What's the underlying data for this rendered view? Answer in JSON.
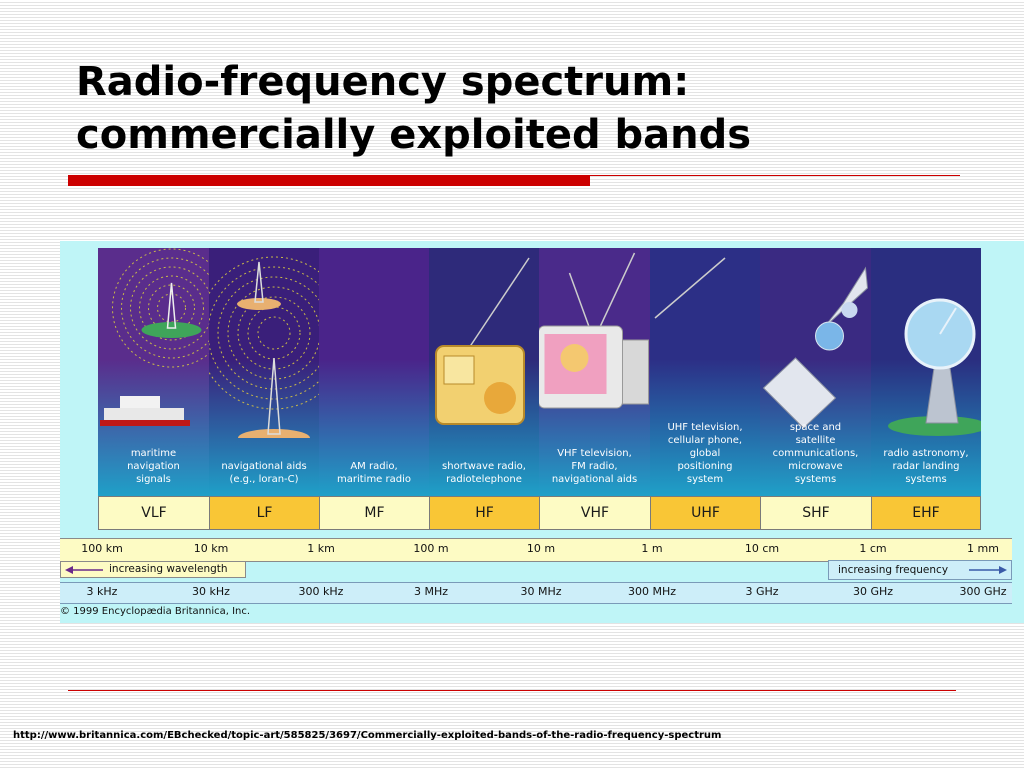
{
  "slide": {
    "title_line1": "Radio-frequency spectrum:",
    "title_line2": "commercially exploited bands",
    "source_url": "http://www.britannica.com/EBchecked/topic-art/585825/3697/Commercially-exploited-bands-of-the-radio-frequency-spectrum"
  },
  "figure": {
    "bands": [
      {
        "name": "VLF",
        "use": "maritime\nnavigation\nsignals",
        "color": "#5a2d8c",
        "box": "#fdfbc4",
        "illustration": "ship-and-antenna"
      },
      {
        "name": "LF",
        "use": "navigational aids\n(e.g., loran-C)",
        "color": "#3a1f7a",
        "box": "#f9c636",
        "illustration": "radio-towers"
      },
      {
        "name": "MF",
        "use": "AM radio,\nmaritime radio",
        "color": "#4a248a",
        "box": "#fdfbc4",
        "illustration": "none"
      },
      {
        "name": "HF",
        "use": "shortwave radio,\nradiotelephone",
        "color": "#2e2a7a",
        "box": "#f9c636",
        "illustration": "portable-radio"
      },
      {
        "name": "VHF",
        "use": "VHF television,\nFM radio,\nnavigational aids",
        "color": "#4a2a8a",
        "box": "#fdfbc4",
        "illustration": "television"
      },
      {
        "name": "UHF",
        "use": "UHF television,\ncellular phone,\nglobal\npositioning\nsystem",
        "color": "#2c2f86",
        "box": "#f9c636",
        "illustration": "antenna"
      },
      {
        "name": "SHF",
        "use": "space and\nsatellite\ncommunications,\nmicrowave\nsystems",
        "color": "#3a2a82",
        "box": "#fdfbc4",
        "illustration": "satellite"
      },
      {
        "name": "EHF",
        "use": "radio astronomy,\nradar landing\nsystems",
        "color": "#2a2e80",
        "box": "#f9c636",
        "illustration": "dish-antenna"
      }
    ],
    "wavelength_ticks": [
      "100 km",
      "10 km",
      "1 km",
      "100 m",
      "10 m",
      "1 m",
      "10 cm",
      "1 cm",
      "1 mm"
    ],
    "frequency_ticks": [
      "3 kHz",
      "30 kHz",
      "300 kHz",
      "3 MHz",
      "30 MHz",
      "300 MHz",
      "3 GHz",
      "30 GHz",
      "300 GHz"
    ],
    "wavelength_arrow": "increasing wavelength",
    "frequency_arrow": "increasing frequency",
    "copyright": "© 1999 Encyclopædia Britannica, Inc."
  }
}
